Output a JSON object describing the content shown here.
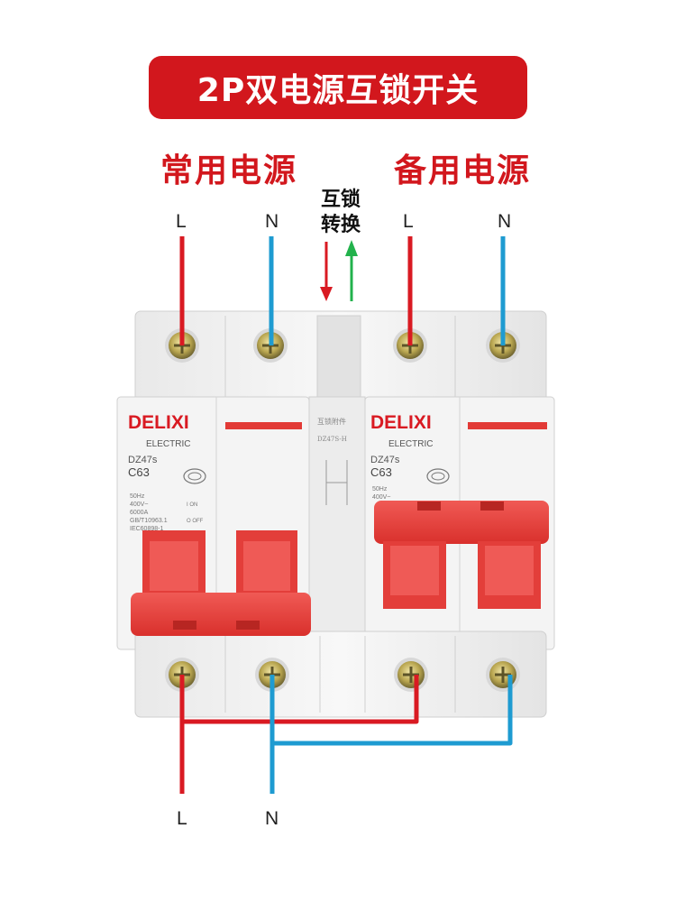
{
  "title": "2P双电源互锁开关",
  "sources": {
    "common": "常用电源",
    "backup": "备用电源"
  },
  "interlock": {
    "line1": "互锁",
    "line2": "转换"
  },
  "terminals": {
    "top_left_L": "L",
    "top_left_N": "N",
    "top_right_L": "L",
    "top_right_N": "N",
    "bottom_L": "L",
    "bottom_N": "N"
  },
  "breaker": {
    "brand": "DELIXI",
    "sub_brand": "ELECTRIC",
    "model": "DZ47s",
    "rating": "C63",
    "spec_line1": "50Hz",
    "spec_line2": "400V~",
    "spec_line3": "6000A",
    "spec_line4": "GB/T10963.1",
    "spec_line5": "IEC60898-1",
    "on_label": "I ON",
    "off_label": "O OFF",
    "interlock_module_text": "互锁附件",
    "interlock_model": "DZ47S-H"
  },
  "colors": {
    "live_wire": "#d91a22",
    "neutral_wire": "#1e9bd1",
    "arrow_down": "#d91a22",
    "arrow_up": "#22b24c",
    "handle": "#e8413e",
    "banner": "#d2171d"
  }
}
